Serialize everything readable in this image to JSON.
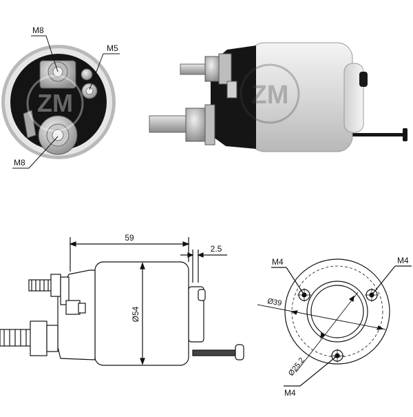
{
  "photo_end_view": {
    "labels": {
      "top_left": "M8",
      "top_right": "M5",
      "bottom_left": "M8"
    },
    "watermark_text": "ZM"
  },
  "photo_side_view": {
    "watermark_text": "ZM"
  },
  "drawing_side": {
    "length_dim": "59",
    "offset_dim": "2.5",
    "diameter_dim": "Ø54"
  },
  "drawing_end": {
    "hole_label_top_left": "M4",
    "hole_label_top_right": "M4",
    "hole_label_bottom": "M4",
    "bolt_circle_dim": "Ø39",
    "bore_dim": "Ø25.2"
  },
  "colors": {
    "line": "#111111",
    "silver": "#d9d9d9",
    "dark": "#1a1a1a"
  }
}
